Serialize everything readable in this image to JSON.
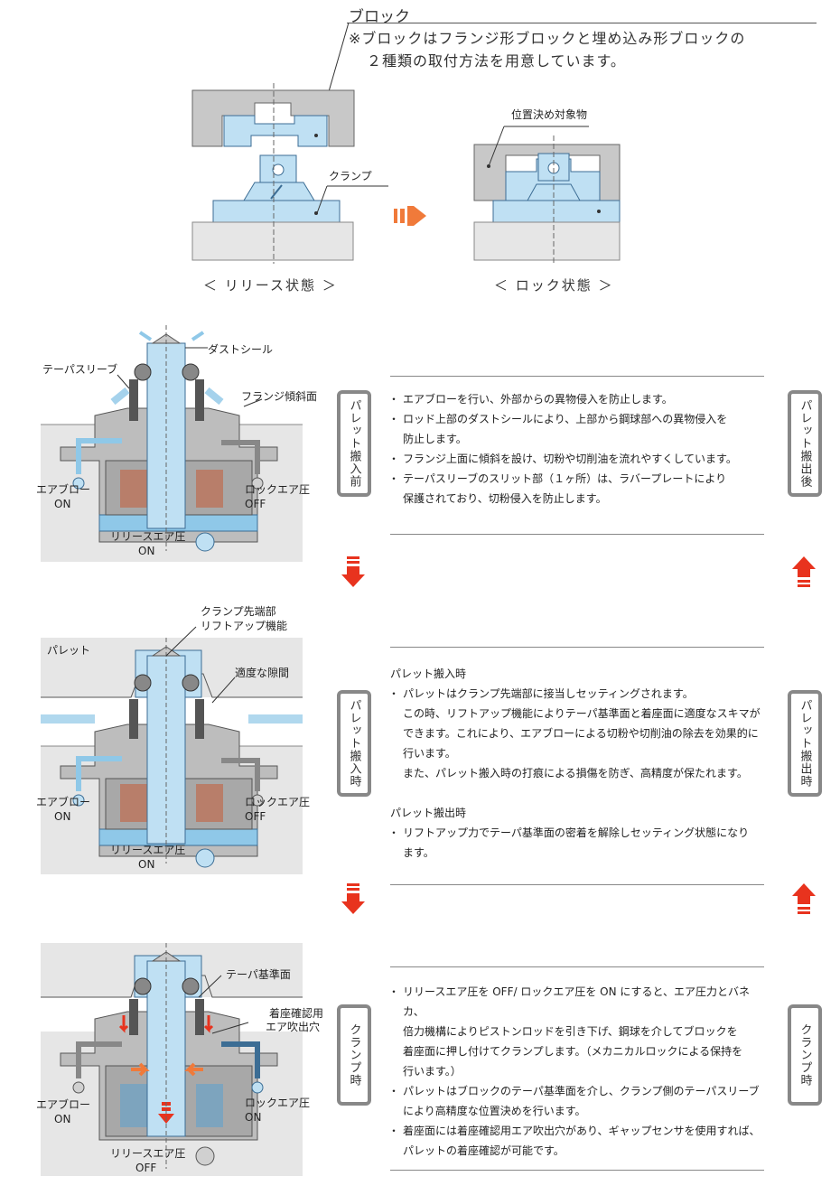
{
  "header": {
    "title": "ブロック",
    "note_line1": "※ブロックはフランジ形ブロックと埋め込み形ブロックの",
    "note_line2": "２種類の取付方法を用意しています。"
  },
  "overview": {
    "target_label": "位置決め対象物",
    "clamp_label": "クランプ",
    "release_state": "＜ リリース状態 ＞",
    "lock_state": "＜ ロック状態 ＞"
  },
  "steps": [
    {
      "left_tab": "パレット搬入前",
      "right_tab": "パレット搬出後",
      "callouts": {
        "dust_seal": "ダストシール",
        "taper_sleeve": "テーパスリーブ",
        "flange_slope": "フランジ傾斜面",
        "air_blow": "エアブロー",
        "air_blow_state": "ON",
        "lock_air": "ロックエア圧",
        "lock_air_state": "OFF",
        "release_air": "リリースエア圧",
        "release_air_state": "ON"
      },
      "items": [
        "エアブローを行い、外部からの異物侵入を防止します。",
        "ロッド上部のダストシールにより、上部から鋼球部への異物侵入を\n防止します。",
        "フランジ上面に傾斜を設け、切粉や切削油を流れやすくしています。",
        "テーパスリーブのスリット部（１ヶ所）は、ラバープレートにより\n保護されており、切粉侵入を防止します。"
      ]
    },
    {
      "left_tab": "パレット搬入時",
      "right_tab": "パレット搬出時",
      "callouts": {
        "tip": "クランプ先端部",
        "liftup": "リフトアップ機能",
        "pallet": "パレット",
        "gap": "適度な隙間",
        "air_blow": "エアブロー",
        "air_blow_state": "ON",
        "lock_air": "ロックエア圧",
        "lock_air_state": "OFF",
        "release_air": "リリースエア圧",
        "release_air_state": "ON"
      },
      "in_heading": "パレット搬入時",
      "in_item": "パレットはクランプ先端部に接当しセッティングされます。\nこの時、リフトアップ機能によりテーパ基準面と着座面に適度なスキマが\nできます。これにより、エアブローによる切粉や切削油の除去を効果的に\n行います。\nまた、パレット搬入時の打痕による損傷を防ぎ、高精度が保たれます。",
      "out_heading": "パレット搬出時",
      "out_item": "リフトアップ力でテーパ基準面の密着を解除しセッティング状態になり\nます。"
    },
    {
      "left_tab": "クランプ時",
      "right_tab": "クランプ時",
      "callouts": {
        "taper_ref": "テーパ基準面",
        "seat_check_1": "着座確認用",
        "seat_check_2": "エア吹出穴",
        "air_blow": "エアブロー",
        "air_blow_state": "ON",
        "lock_air": "ロックエア圧",
        "lock_air_state": "ON",
        "release_air": "リリースエア圧",
        "release_air_state": "OFF"
      },
      "items": [
        "リリースエア圧を OFF/ ロックエア圧を ON にすると、エア圧力とバネカ、\n倍力機構によりピストンロッドを引き下げ、鋼球を介してブロックを\n着座面に押し付けてクランプします。（メカニカルロックによる保持を\n行います。）",
        "パレットはブロックのテーパ基準面を介し、クランプ側のテーパスリーブ\nにより高精度な位置決めを行います。",
        "着座面には着座確認用エア吹出穴があり、ギャップセンサを使用すれば、\nパレットの着座確認が可能です。"
      ]
    }
  ],
  "colors": {
    "blue": "#bfe0f3",
    "blue_dark": "#3c6d94",
    "gray_block": "#c8c8c8",
    "gray_body": "#b9b9b9",
    "arrow_red": "#e8331e",
    "arrow_orange": "#f0a040",
    "tab_border": "#888888"
  }
}
